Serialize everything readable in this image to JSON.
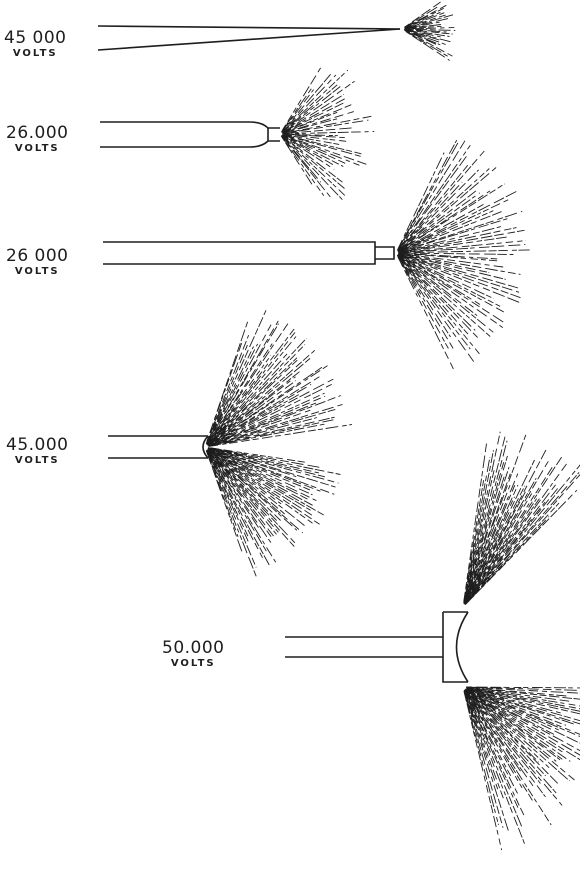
{
  "figure": {
    "ink_color": "#1e1e1e",
    "panels": [
      {
        "voltage": "45 000",
        "unit": "VOLTS",
        "electrode": "tapered-point"
      },
      {
        "voltage": "26.000",
        "unit": "VOLTS",
        "electrode": "necked-wire"
      },
      {
        "voltage": "26 000",
        "unit": "VOLTS",
        "electrode": "rod-with-small-tip"
      },
      {
        "voltage": "45.000",
        "unit": "VOLTS",
        "electrode": "rounded-end"
      },
      {
        "voltage": "50.000",
        "unit": "VOLTS",
        "electrode": "concave-cup"
      }
    ]
  }
}
